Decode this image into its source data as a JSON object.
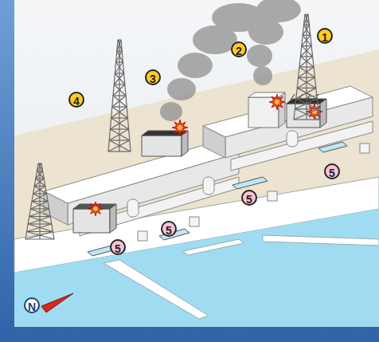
{
  "diagram": {
    "labels": [
      "1",
      "2",
      "3",
      "4",
      "5",
      "5",
      "5",
      "5",
      "N"
    ]
  }
}
